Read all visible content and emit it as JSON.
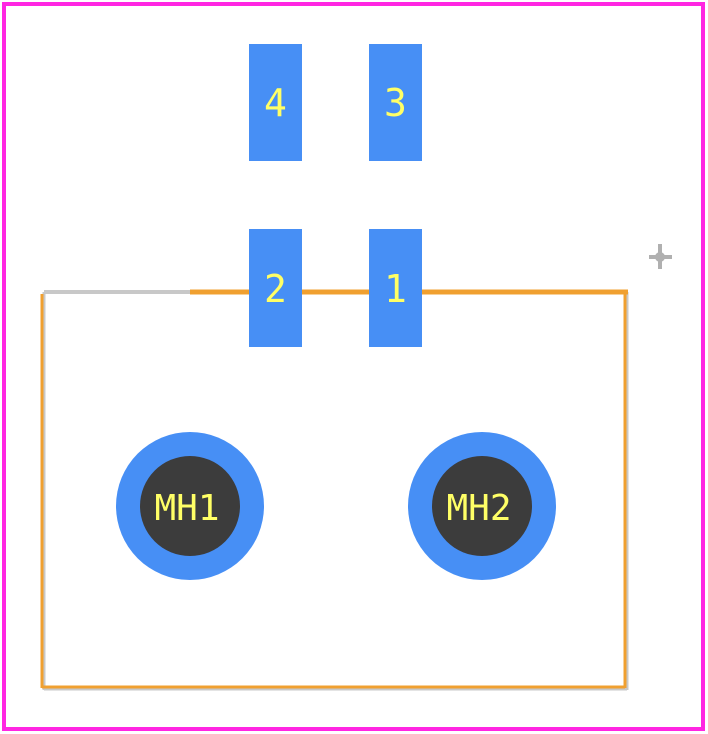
{
  "footprint": {
    "pads": [
      {
        "number": "4"
      },
      {
        "number": "3"
      },
      {
        "number": "2"
      },
      {
        "number": "1"
      }
    ],
    "mounting_holes": [
      {
        "label": "MH1"
      },
      {
        "label": "MH2"
      }
    ],
    "origin_marker": {
      "icon": "crosshair-origin-icon"
    }
  },
  "colors": {
    "courtyard": "#ff26e2",
    "silkscreen": "#f0a030",
    "assembly_outline": "#c8c8c8",
    "pad": "#478ff5",
    "pad_text": "#ffff66",
    "hole_drill": "#3c3c3c",
    "background": "#ffffff",
    "origin_marker": "#b0b0b0"
  }
}
